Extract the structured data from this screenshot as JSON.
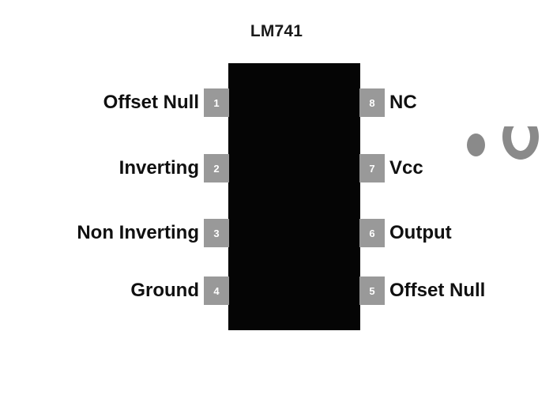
{
  "diagram": {
    "title": "LM741",
    "component_type": "DIP-8 integrated circuit pinout",
    "colors": {
      "background": "#ffffff",
      "chip_body": "#050505",
      "pin_tab": "#999999",
      "pin_number_text": "#ffffff",
      "marker_gray": "#8a8a8a",
      "label_text": "#101010"
    },
    "markers": {
      "pin1_dot": "pin1-indicator-dot",
      "top_notch": "package-notch-ring"
    },
    "pins_left": [
      {
        "number": "1",
        "name": "Offset Null"
      },
      {
        "number": "2",
        "name": "Inverting"
      },
      {
        "number": "3",
        "name": "Non Inverting"
      },
      {
        "number": "4",
        "name": "Ground"
      }
    ],
    "pins_right": [
      {
        "number": "8",
        "name": "NC"
      },
      {
        "number": "7",
        "name": "Vcc"
      },
      {
        "number": "6",
        "name": "Output"
      },
      {
        "number": "5",
        "name": "Offset Null"
      }
    ]
  }
}
